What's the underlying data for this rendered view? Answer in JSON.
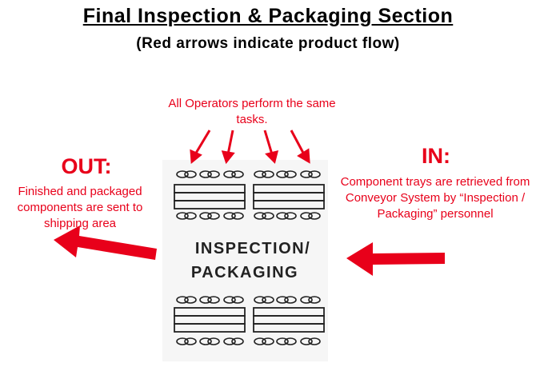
{
  "header": {
    "title": "Final Inspection & Packaging Section",
    "subtitle": "(Red arrows indicate product flow)"
  },
  "operators": {
    "note": "All Operators perform the same tasks."
  },
  "input": {
    "heading": "IN:",
    "note": "Component trays are retrieved from Conveyor System by “Inspection / Packaging” personnel"
  },
  "output": {
    "heading": "OUT:",
    "note": "Finished and packaged components are sent to shipping area"
  },
  "area": {
    "label_line1": "INSPECTION/",
    "label_line2": "PACKAGING"
  },
  "colors": {
    "accent": "#e8001a",
    "text": "#000000"
  }
}
